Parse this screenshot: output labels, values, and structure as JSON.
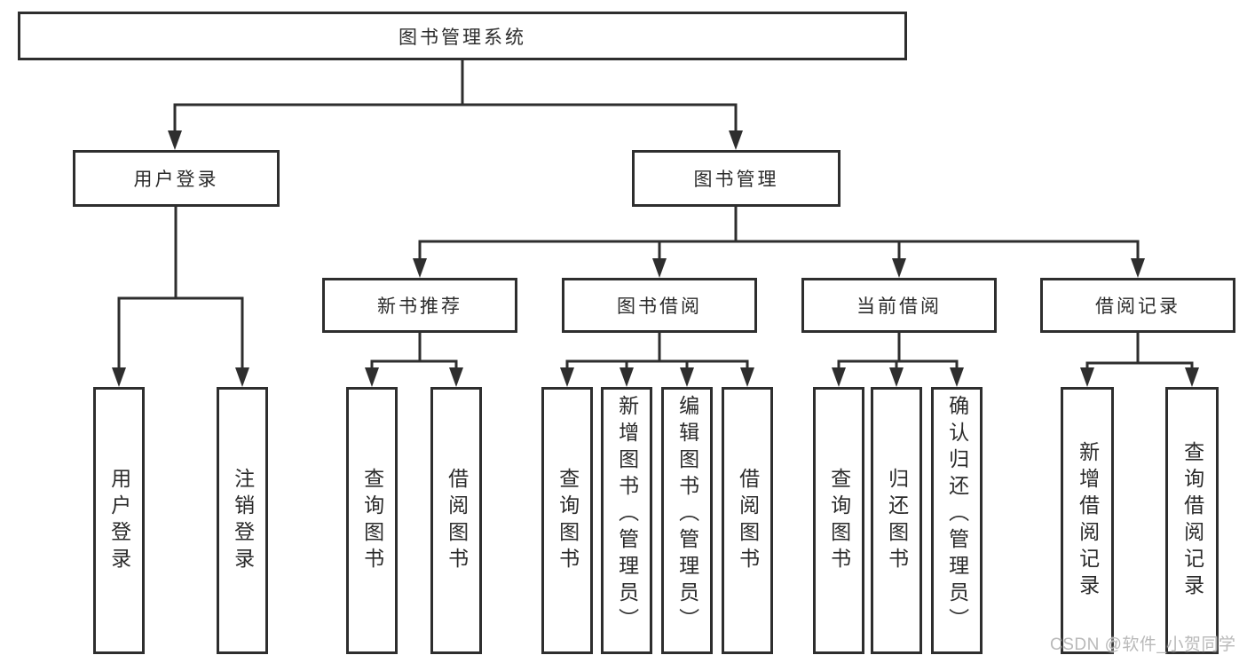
{
  "tree": {
    "root": "图书管理系统",
    "userLogin": {
      "label": "用户登录",
      "children": [
        "用户登录",
        "注销登录"
      ]
    },
    "bookManagement": {
      "label": "图书管理"
    },
    "newBookRecommend": {
      "label": "新书推荐",
      "children": [
        "查询图书",
        "借阅图书"
      ]
    },
    "bookBorrow": {
      "label": "图书借阅",
      "children": [
        "查询图书",
        "新增图书（管理员）",
        "编辑图书（管理员）",
        "借阅图书"
      ]
    },
    "currentBorrow": {
      "label": "当前借阅",
      "children": [
        "查询图书",
        "归还图书",
        "确认归还（管理员）"
      ]
    },
    "borrowRecords": {
      "label": "借阅记录",
      "children": [
        "新增借阅记录",
        "查询借阅记录"
      ]
    }
  },
  "watermark": "CSDN @软件_小贺同学",
  "colors": {
    "line": "#2e2e2e",
    "box_fill": "#ffffff",
    "background": "#ffffff",
    "text": "#2b2b2b",
    "watermark": "#b9b9b9"
  }
}
